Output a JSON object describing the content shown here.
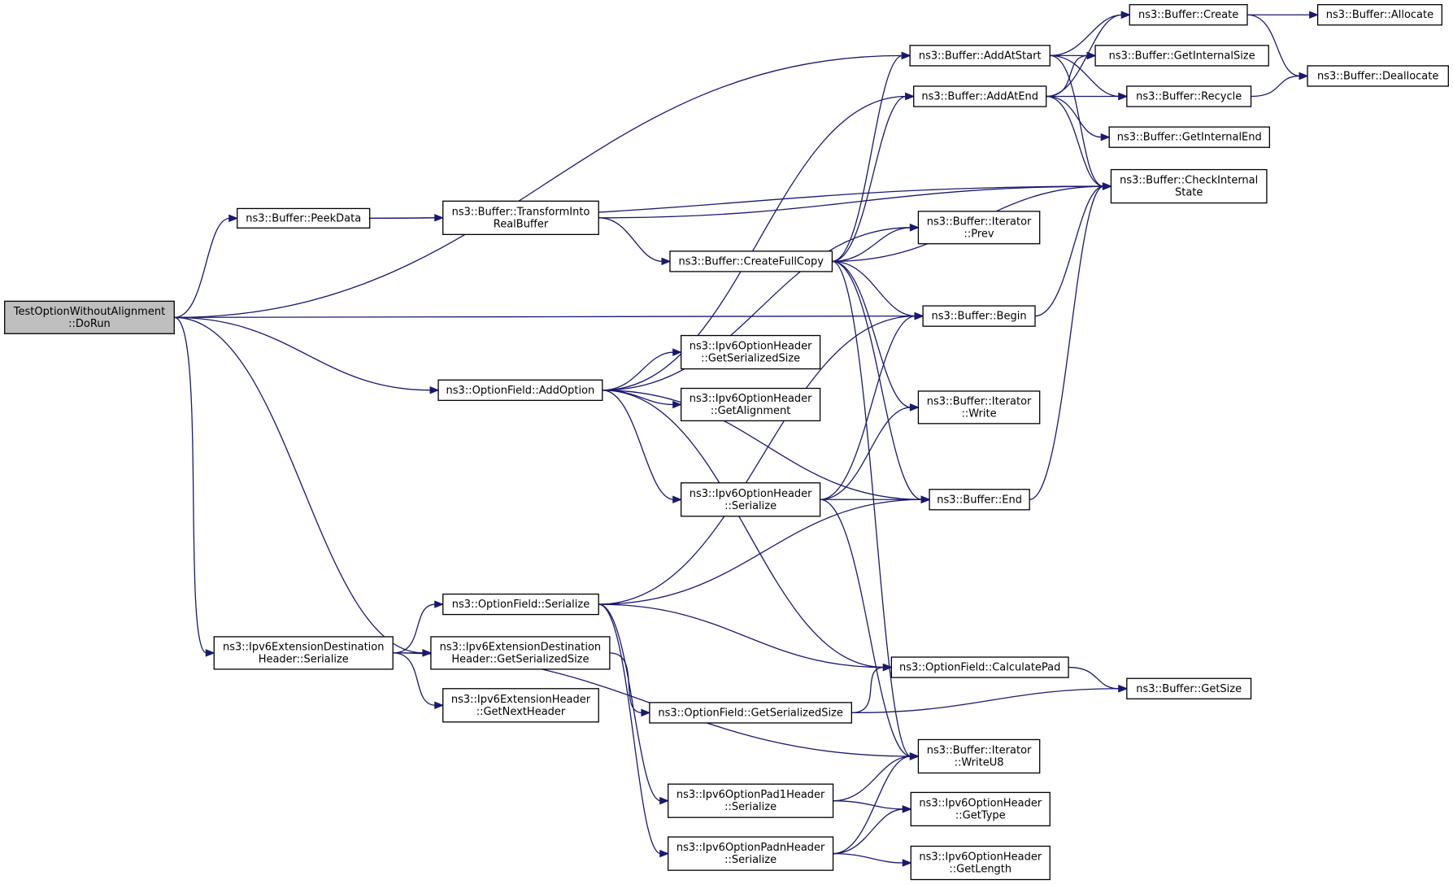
{
  "diagram": {
    "type": "call-graph",
    "colors": {
      "edge": "#191970",
      "node_border": "#000000",
      "root_fill": "#bfbfbf",
      "node_fill": "#ffffff"
    },
    "nodes": [
      {
        "id": "root",
        "lines": [
          "TestOptionWithoutAlignment",
          "::DoRun"
        ],
        "root": true
      },
      {
        "id": "peek",
        "lines": [
          "ns3::Buffer::PeekData"
        ]
      },
      {
        "id": "transform",
        "lines": [
          "ns3::Buffer::TransformInto",
          "RealBuffer"
        ]
      },
      {
        "id": "addstart",
        "lines": [
          "ns3::Buffer::AddAtStart"
        ]
      },
      {
        "id": "addend",
        "lines": [
          "ns3::Buffer::AddAtEnd"
        ]
      },
      {
        "id": "create",
        "lines": [
          "ns3::Buffer::Create"
        ]
      },
      {
        "id": "allocate",
        "lines": [
          "ns3::Buffer::Allocate"
        ]
      },
      {
        "id": "getintsize",
        "lines": [
          "ns3::Buffer::GetInternalSize"
        ]
      },
      {
        "id": "dealloc",
        "lines": [
          "ns3::Buffer::Deallocate"
        ]
      },
      {
        "id": "recycle",
        "lines": [
          "ns3::Buffer::Recycle"
        ]
      },
      {
        "id": "getintend",
        "lines": [
          "ns3::Buffer::GetInternalEnd"
        ]
      },
      {
        "id": "checkint",
        "lines": [
          "ns3::Buffer::CheckInternal",
          "State"
        ]
      },
      {
        "id": "itprev",
        "lines": [
          "ns3::Buffer::Iterator",
          "::Prev"
        ]
      },
      {
        "id": "fullcopy",
        "lines": [
          "ns3::Buffer::CreateFullCopy"
        ]
      },
      {
        "id": "begin",
        "lines": [
          "ns3::Buffer::Begin"
        ]
      },
      {
        "id": "ohsersize",
        "lines": [
          "ns3::Ipv6OptionHeader",
          "::GetSerializedSize"
        ]
      },
      {
        "id": "addopt",
        "lines": [
          "ns3::OptionField::AddOption"
        ]
      },
      {
        "id": "ohalign",
        "lines": [
          "ns3::Ipv6OptionHeader",
          "::GetAlignment"
        ]
      },
      {
        "id": "itwrite",
        "lines": [
          "ns3::Buffer::Iterator",
          "::Write"
        ]
      },
      {
        "id": "ohser",
        "lines": [
          "ns3::Ipv6OptionHeader",
          "::Serialize"
        ]
      },
      {
        "id": "end",
        "lines": [
          "ns3::Buffer::End"
        ]
      },
      {
        "id": "ofser",
        "lines": [
          "ns3::OptionField::Serialize"
        ]
      },
      {
        "id": "edhser",
        "lines": [
          "ns3::Ipv6ExtensionDestination",
          "Header::Serialize"
        ]
      },
      {
        "id": "edhsize",
        "lines": [
          "ns3::Ipv6ExtensionDestination",
          "Header::GetSerializedSize"
        ]
      },
      {
        "id": "calcpad",
        "lines": [
          "ns3::OptionField::CalculatePad"
        ]
      },
      {
        "id": "ehnext",
        "lines": [
          "ns3::Ipv6ExtensionHeader",
          "::GetNextHeader"
        ]
      },
      {
        "id": "ofsize",
        "lines": [
          "ns3::OptionField::GetSerializedSize"
        ]
      },
      {
        "id": "getsize",
        "lines": [
          "ns3::Buffer::GetSize"
        ]
      },
      {
        "id": "writeu8",
        "lines": [
          "ns3::Buffer::Iterator",
          "::WriteU8"
        ]
      },
      {
        "id": "pad1",
        "lines": [
          "ns3::Ipv6OptionPad1Header",
          "::Serialize"
        ]
      },
      {
        "id": "ohtype",
        "lines": [
          "ns3::Ipv6OptionHeader",
          "::GetType"
        ]
      },
      {
        "id": "padn",
        "lines": [
          "ns3::Ipv6OptionPadnHeader",
          "::Serialize"
        ]
      },
      {
        "id": "ohlen",
        "lines": [
          "ns3::Ipv6OptionHeader",
          "::GetLength"
        ]
      }
    ],
    "edges": [
      [
        "root",
        "addstart"
      ],
      [
        "root",
        "peek"
      ],
      [
        "root",
        "begin"
      ],
      [
        "root",
        "addopt"
      ],
      [
        "root",
        "edhser"
      ],
      [
        "root",
        "edhsize"
      ],
      [
        "peek",
        "transform"
      ],
      [
        "peek",
        "checkint"
      ],
      [
        "transform",
        "fullcopy"
      ],
      [
        "transform",
        "checkint"
      ],
      [
        "addstart",
        "create"
      ],
      [
        "addstart",
        "getintsize"
      ],
      [
        "addstart",
        "recycle"
      ],
      [
        "addstart",
        "checkint"
      ],
      [
        "addend",
        "create"
      ],
      [
        "addend",
        "getintsize"
      ],
      [
        "addend",
        "recycle"
      ],
      [
        "addend",
        "getintend"
      ],
      [
        "addend",
        "checkint"
      ],
      [
        "create",
        "allocate"
      ],
      [
        "create",
        "dealloc"
      ],
      [
        "recycle",
        "dealloc"
      ],
      [
        "fullcopy",
        "addstart"
      ],
      [
        "fullcopy",
        "addend"
      ],
      [
        "fullcopy",
        "itprev"
      ],
      [
        "fullcopy",
        "checkint"
      ],
      [
        "fullcopy",
        "begin"
      ],
      [
        "fullcopy",
        "itwrite"
      ],
      [
        "fullcopy",
        "end"
      ],
      [
        "fullcopy",
        "writeu8"
      ],
      [
        "begin",
        "checkint"
      ],
      [
        "end",
        "checkint"
      ],
      [
        "addopt",
        "addend"
      ],
      [
        "addopt",
        "itprev"
      ],
      [
        "addopt",
        "ohsersize"
      ],
      [
        "addopt",
        "ohalign"
      ],
      [
        "addopt",
        "ohser"
      ],
      [
        "addopt",
        "end"
      ],
      [
        "addopt",
        "calcpad"
      ],
      [
        "ohser",
        "begin"
      ],
      [
        "ohser",
        "itwrite"
      ],
      [
        "ohser",
        "end"
      ],
      [
        "ohser",
        "writeu8"
      ],
      [
        "ofser",
        "begin"
      ],
      [
        "ofser",
        "end"
      ],
      [
        "ofser",
        "calcpad"
      ],
      [
        "ofser",
        "pad1"
      ],
      [
        "ofser",
        "padn"
      ],
      [
        "edhser",
        "ofser"
      ],
      [
        "edhser",
        "edhsize"
      ],
      [
        "edhser",
        "ehnext"
      ],
      [
        "edhser",
        "writeu8"
      ],
      [
        "edhsize",
        "ofsize"
      ],
      [
        "ofsize",
        "calcpad"
      ],
      [
        "ofsize",
        "getsize"
      ],
      [
        "calcpad",
        "getsize"
      ],
      [
        "pad1",
        "writeu8"
      ],
      [
        "pad1",
        "ohtype"
      ],
      [
        "padn",
        "writeu8"
      ],
      [
        "padn",
        "ohtype"
      ],
      [
        "padn",
        "ohlen"
      ]
    ]
  }
}
